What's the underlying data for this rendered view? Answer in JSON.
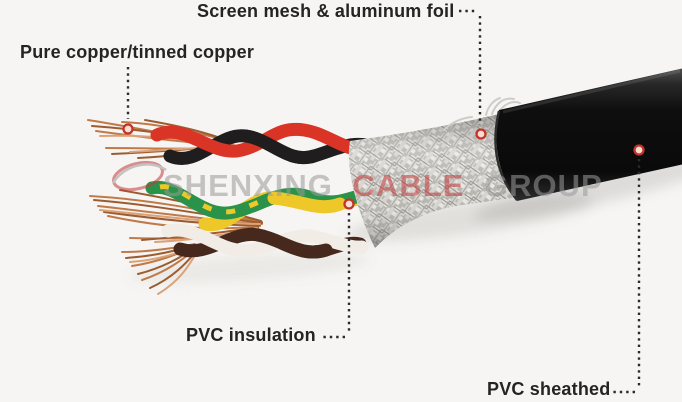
{
  "annotations": {
    "pure_copper": "Pure copper/tinned copper",
    "screen_mesh": "Screen mesh & aluminum foil",
    "pvc_insulation": "PVC insulation",
    "pvc_sheathed": "PVC sheathed"
  },
  "watermark": {
    "part1": "SHENXING",
    "part2": "CABLE",
    "part3": "GROUP"
  },
  "colors": {
    "background": "#f6f5f3",
    "label_text": "#242424",
    "annotation_line": "#2b2b2b",
    "marker_red": "#c43327",
    "wire_red": "#d93425",
    "wire_black": "#201d1e",
    "wire_green": "#2a9249",
    "wire_yellow": "#eec829",
    "wire_white": "#f1ede6",
    "wire_brown": "#46291c",
    "copper_light": "#dba277",
    "copper_mid": "#c07a48",
    "copper_dark": "#9c5c32",
    "shield_silver": "#c9c7c2",
    "sheath_black": "#121212",
    "watermark_gray": "#9a9a9a",
    "watermark_red": "#c23b3b"
  }
}
